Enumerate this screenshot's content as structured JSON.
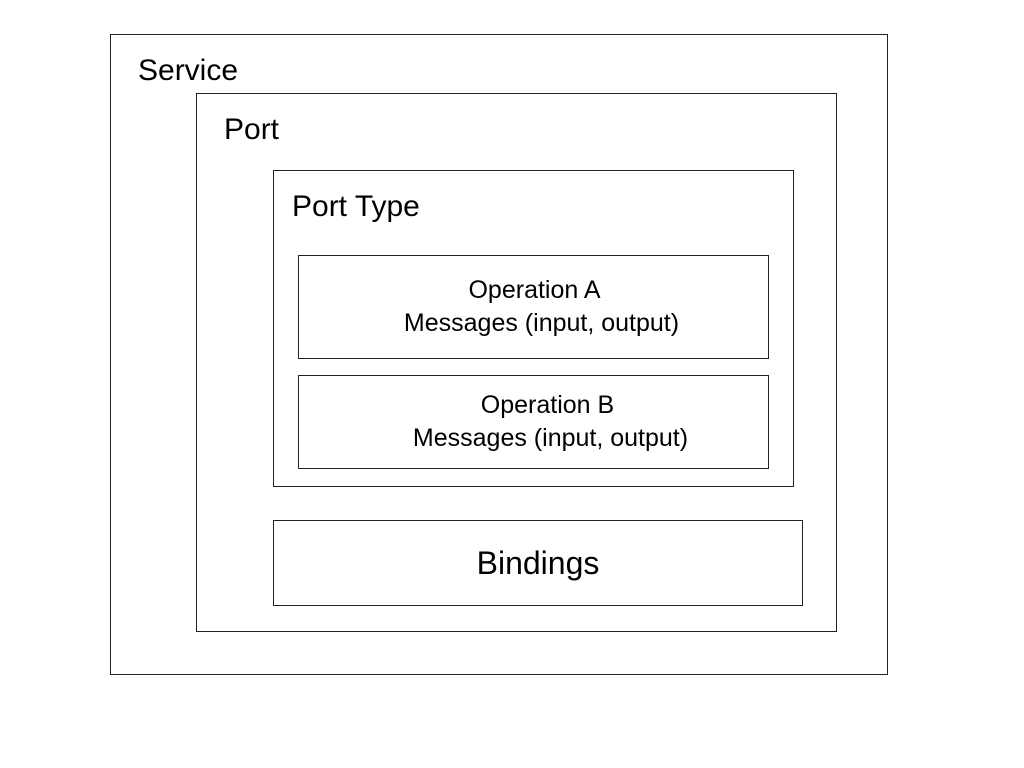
{
  "service": {
    "label": "Service"
  },
  "port": {
    "label": "Port"
  },
  "port_type": {
    "label": "Port Type",
    "operations": [
      {
        "name": "Operation A",
        "messages": "Messages (input, output)"
      },
      {
        "name": "Operation B",
        "messages": "Messages (input, output)"
      }
    ]
  },
  "bindings": {
    "label": "Bindings"
  }
}
